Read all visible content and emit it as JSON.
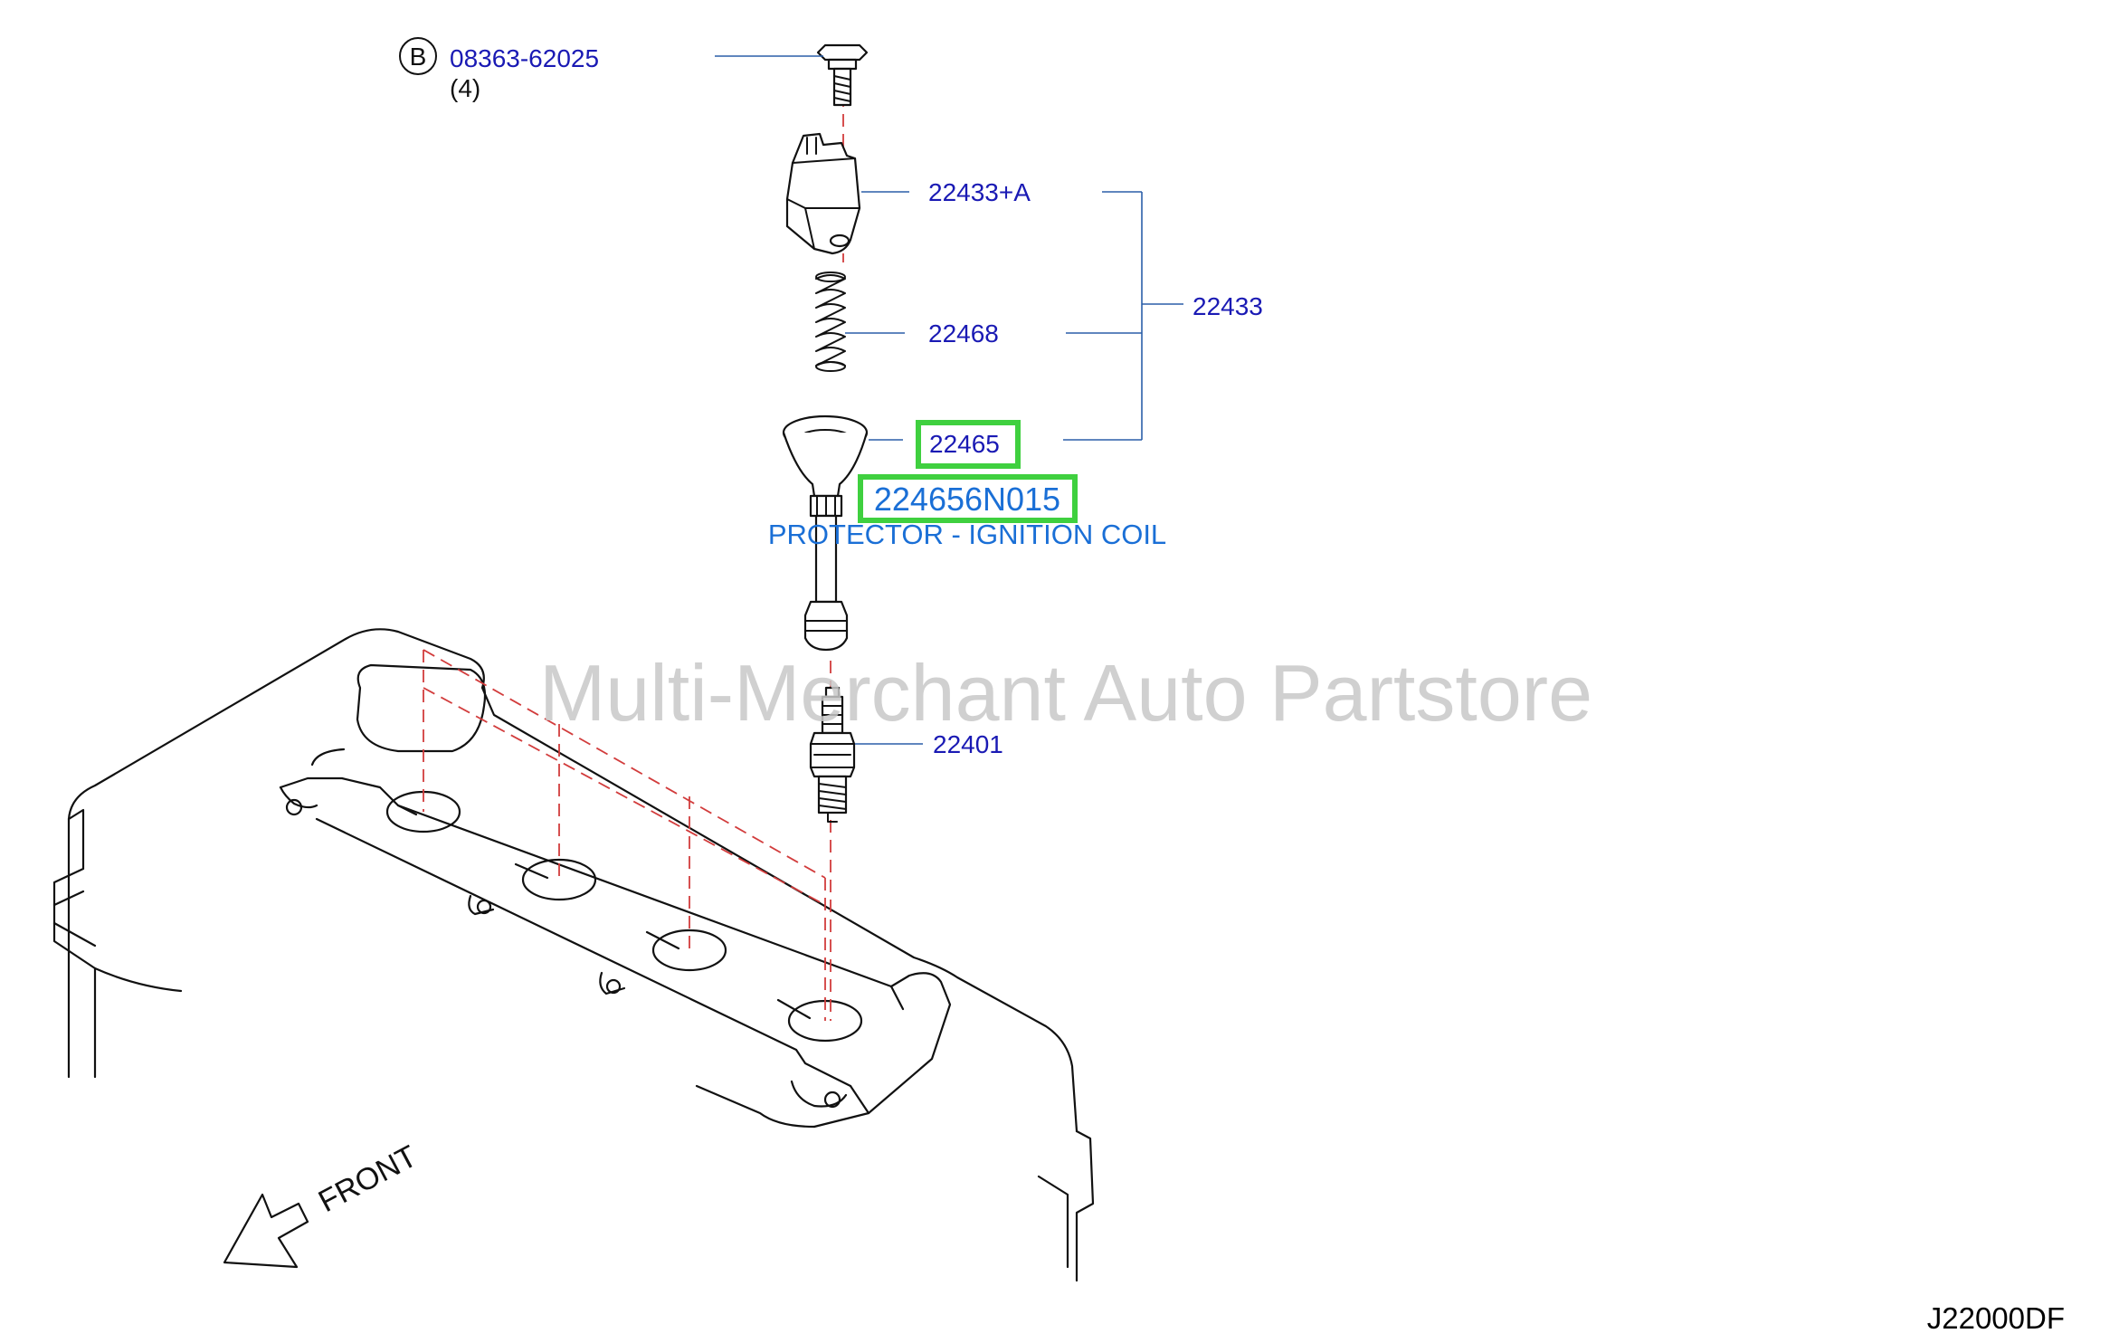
{
  "callouts": {
    "bolt_ref_letter": "B",
    "bolt_part": "08363-62025",
    "bolt_qty": "(4)",
    "coil_a": "22433+A",
    "spring": "22468",
    "assembly": "22433",
    "boot": "22465",
    "spark_plug": "22401"
  },
  "highlight": {
    "part_number": "224656N015",
    "description": "PROTECTOR - IGNITION COIL",
    "box_color": "#3fd03f"
  },
  "direction": {
    "label": "FRONT"
  },
  "watermark": "Multi-Merchant Auto Partstore",
  "diagram_code": "J22000DF",
  "colors": {
    "callout": "#1a1ab4",
    "highlight_text": "#1a6fd6",
    "dashed_centerline": "#d23c3c",
    "leader": "#2b5fa8"
  }
}
